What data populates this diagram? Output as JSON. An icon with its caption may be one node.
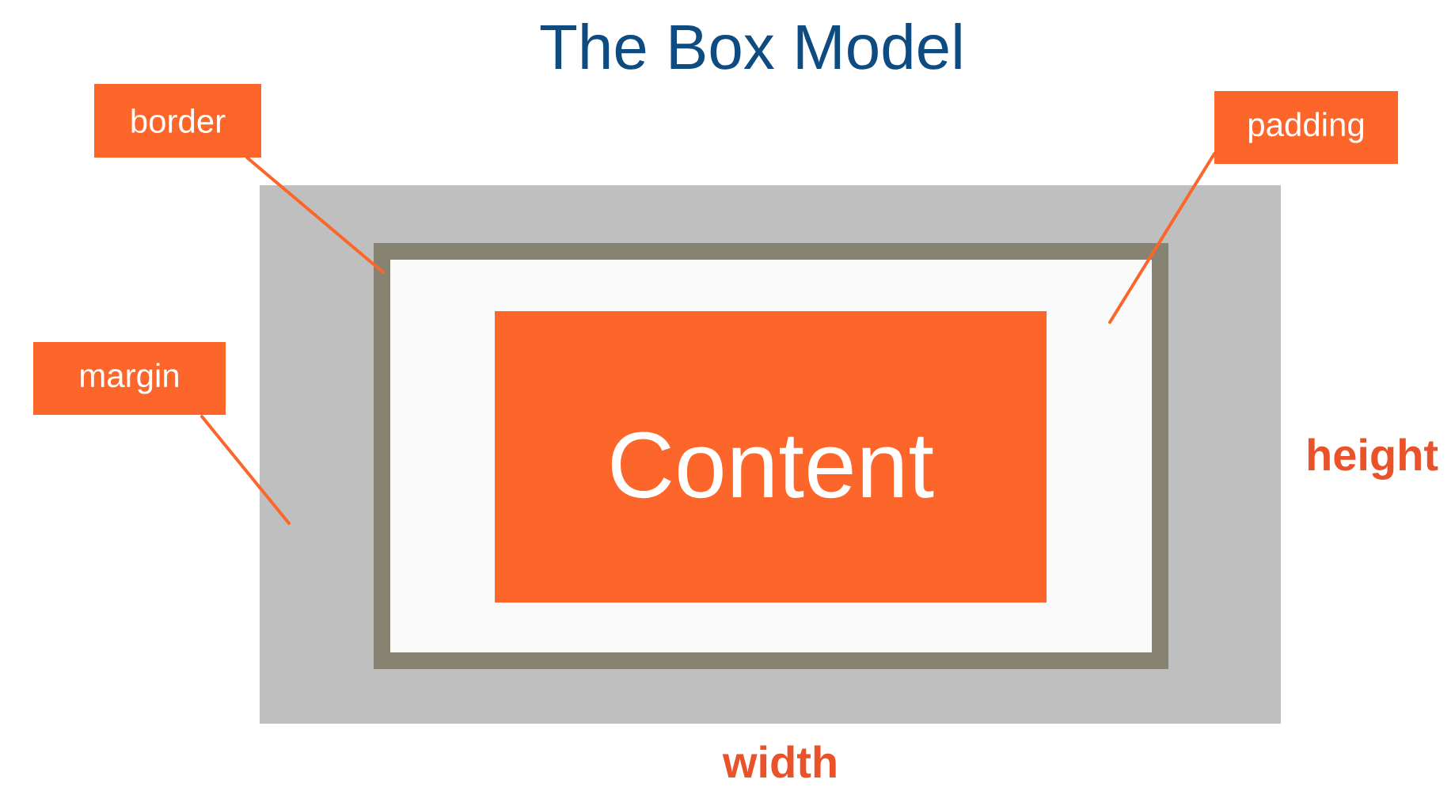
{
  "diagram": {
    "title": "The Box Model",
    "nodes": [
      {
        "text": [
          "border"
        ]
      },
      {
        "text": [
          "padding"
        ]
      },
      {
        "text": [
          "margin"
        ]
      },
      {
        "text": [],
        "shape": "box"
      },
      {
        "text": [],
        "shape": "box",
        "in": 3
      },
      {
        "text": [],
        "shape": "box",
        "in": 4
      },
      {
        "text": [
          "Content"
        ],
        "in": 5
      }
    ],
    "edges": [
      {
        "from": 0,
        "to": 4,
        "arrow": "none"
      },
      {
        "from": 1,
        "to": 5,
        "arrow": "none"
      },
      {
        "from": 2,
        "to": 3,
        "arrow": "none"
      }
    ],
    "labels": [
      "height",
      "width"
    ]
  }
}
